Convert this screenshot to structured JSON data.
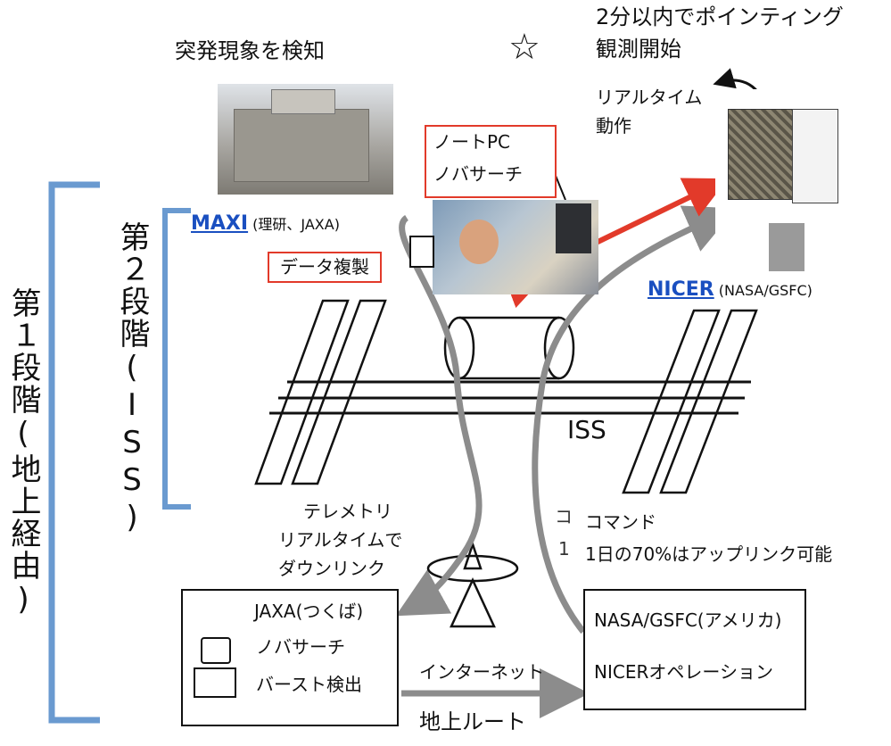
{
  "labels": {
    "detect": "突発現象を検知",
    "star": "☆",
    "pointing_line1": "2分以内でポインティング",
    "pointing_line2": "観測開始",
    "realtime_line1": "リアルタイム",
    "realtime_line2": "動作",
    "laptop_line1": "ノートPC",
    "laptop_line2": "ノバサーチ",
    "maxi_name": "MAXI",
    "maxi_org": " (理研、JAXA)",
    "data_copy": "データ複製",
    "nicer_name": "NICER",
    "nicer_org": " (NASA/GSFC)",
    "stage2": "第２段階(ISS)",
    "stage1": "第１段階(地上経由)",
    "iss": "ISS",
    "telemetry_line1": "テレメトリ",
    "telemetry_line2": "リアルタイムで",
    "telemetry_line3": "ダウンリンク",
    "hidden_command_1": "コ",
    "hidden_command_2": "1",
    "command_line1": "コマンド",
    "command_line2": "1日の70%はアップリンク可能",
    "jaxa_title": "JAXA(つくば)",
    "jaxa_item1": "ノバサーチ",
    "jaxa_item2": "バースト検出",
    "internet": "インターネット",
    "ground_route": "地上ルート",
    "nasa_title": "NASA/GSFC(アメリカ)",
    "nasa_item": "NICERオペレーション"
  },
  "colors": {
    "red_arrow": "#e23a2a",
    "grey_arrow": "#8c8c8c",
    "bracket_blue": "#6a9ad0",
    "link_blue": "#1a4fc0"
  }
}
